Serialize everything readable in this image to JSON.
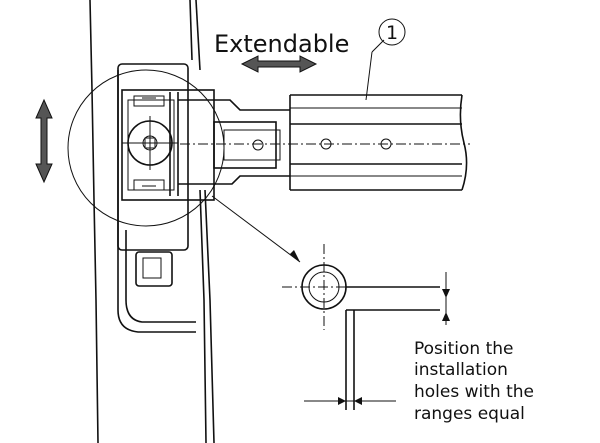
{
  "diagram": {
    "extendable_label": "Extendable",
    "part_number": "1",
    "note_lines": [
      "Position the",
      "installation",
      "holes with the",
      "ranges equal"
    ]
  },
  "colors": {
    "ink": "#111111",
    "background": "#ffffff",
    "arrow_fill": "#555555"
  }
}
